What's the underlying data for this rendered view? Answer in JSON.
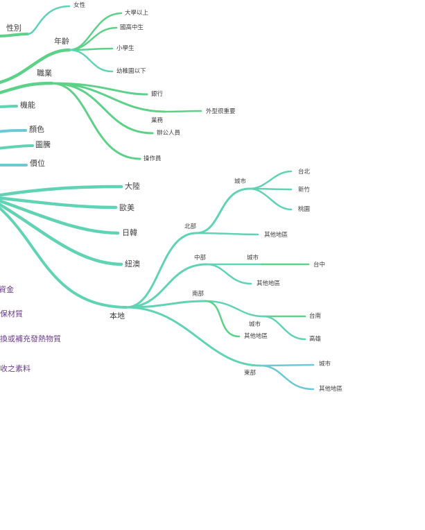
{
  "colors": {
    "branch_a": "#5cd187",
    "branch_b": "#5fd3b4",
    "branch_c": "#6cc8d6",
    "label": "#3d3d3d",
    "cut_label": "#6a3a8c"
  },
  "nodes": {
    "gender": "性別",
    "female": "女性",
    "age": "年齡",
    "university": "大學以上",
    "junior_senior": "國高中生",
    "elementary": "小學生",
    "kindergarten": "幼稚園以下",
    "occupation": "職業",
    "bank": "銀行",
    "sales": "業務",
    "appearance": "外型很重要",
    "office": "辦公人員",
    "operator": "操作員",
    "function": "機能",
    "color": "顏色",
    "pattern": "圖騰",
    "price": "價位",
    "china": "大陸",
    "euro_us": "歐美",
    "jp_kr": "日韓",
    "nz_au": "紐澳",
    "local": "本地",
    "north": "北部",
    "north_city": "城市",
    "taipei": "台北",
    "hsinchu": "新竹",
    "taoyuan": "桃園",
    "north_other": "其他地區",
    "central": "中部",
    "central_city": "城市",
    "taichung": "台中",
    "central_other": "其他地區",
    "south": "南部",
    "south_city": "城市",
    "tainan": "台南",
    "kaohsiung": "高雄",
    "south_other": "其他地區",
    "east": "東部",
    "east_city": "城市",
    "east_other": "其他地區"
  },
  "cut_labels": {
    "fund": "資金",
    "material": "保材質",
    "heat": "換或補充發熱物質",
    "absorb": "收之素料"
  }
}
